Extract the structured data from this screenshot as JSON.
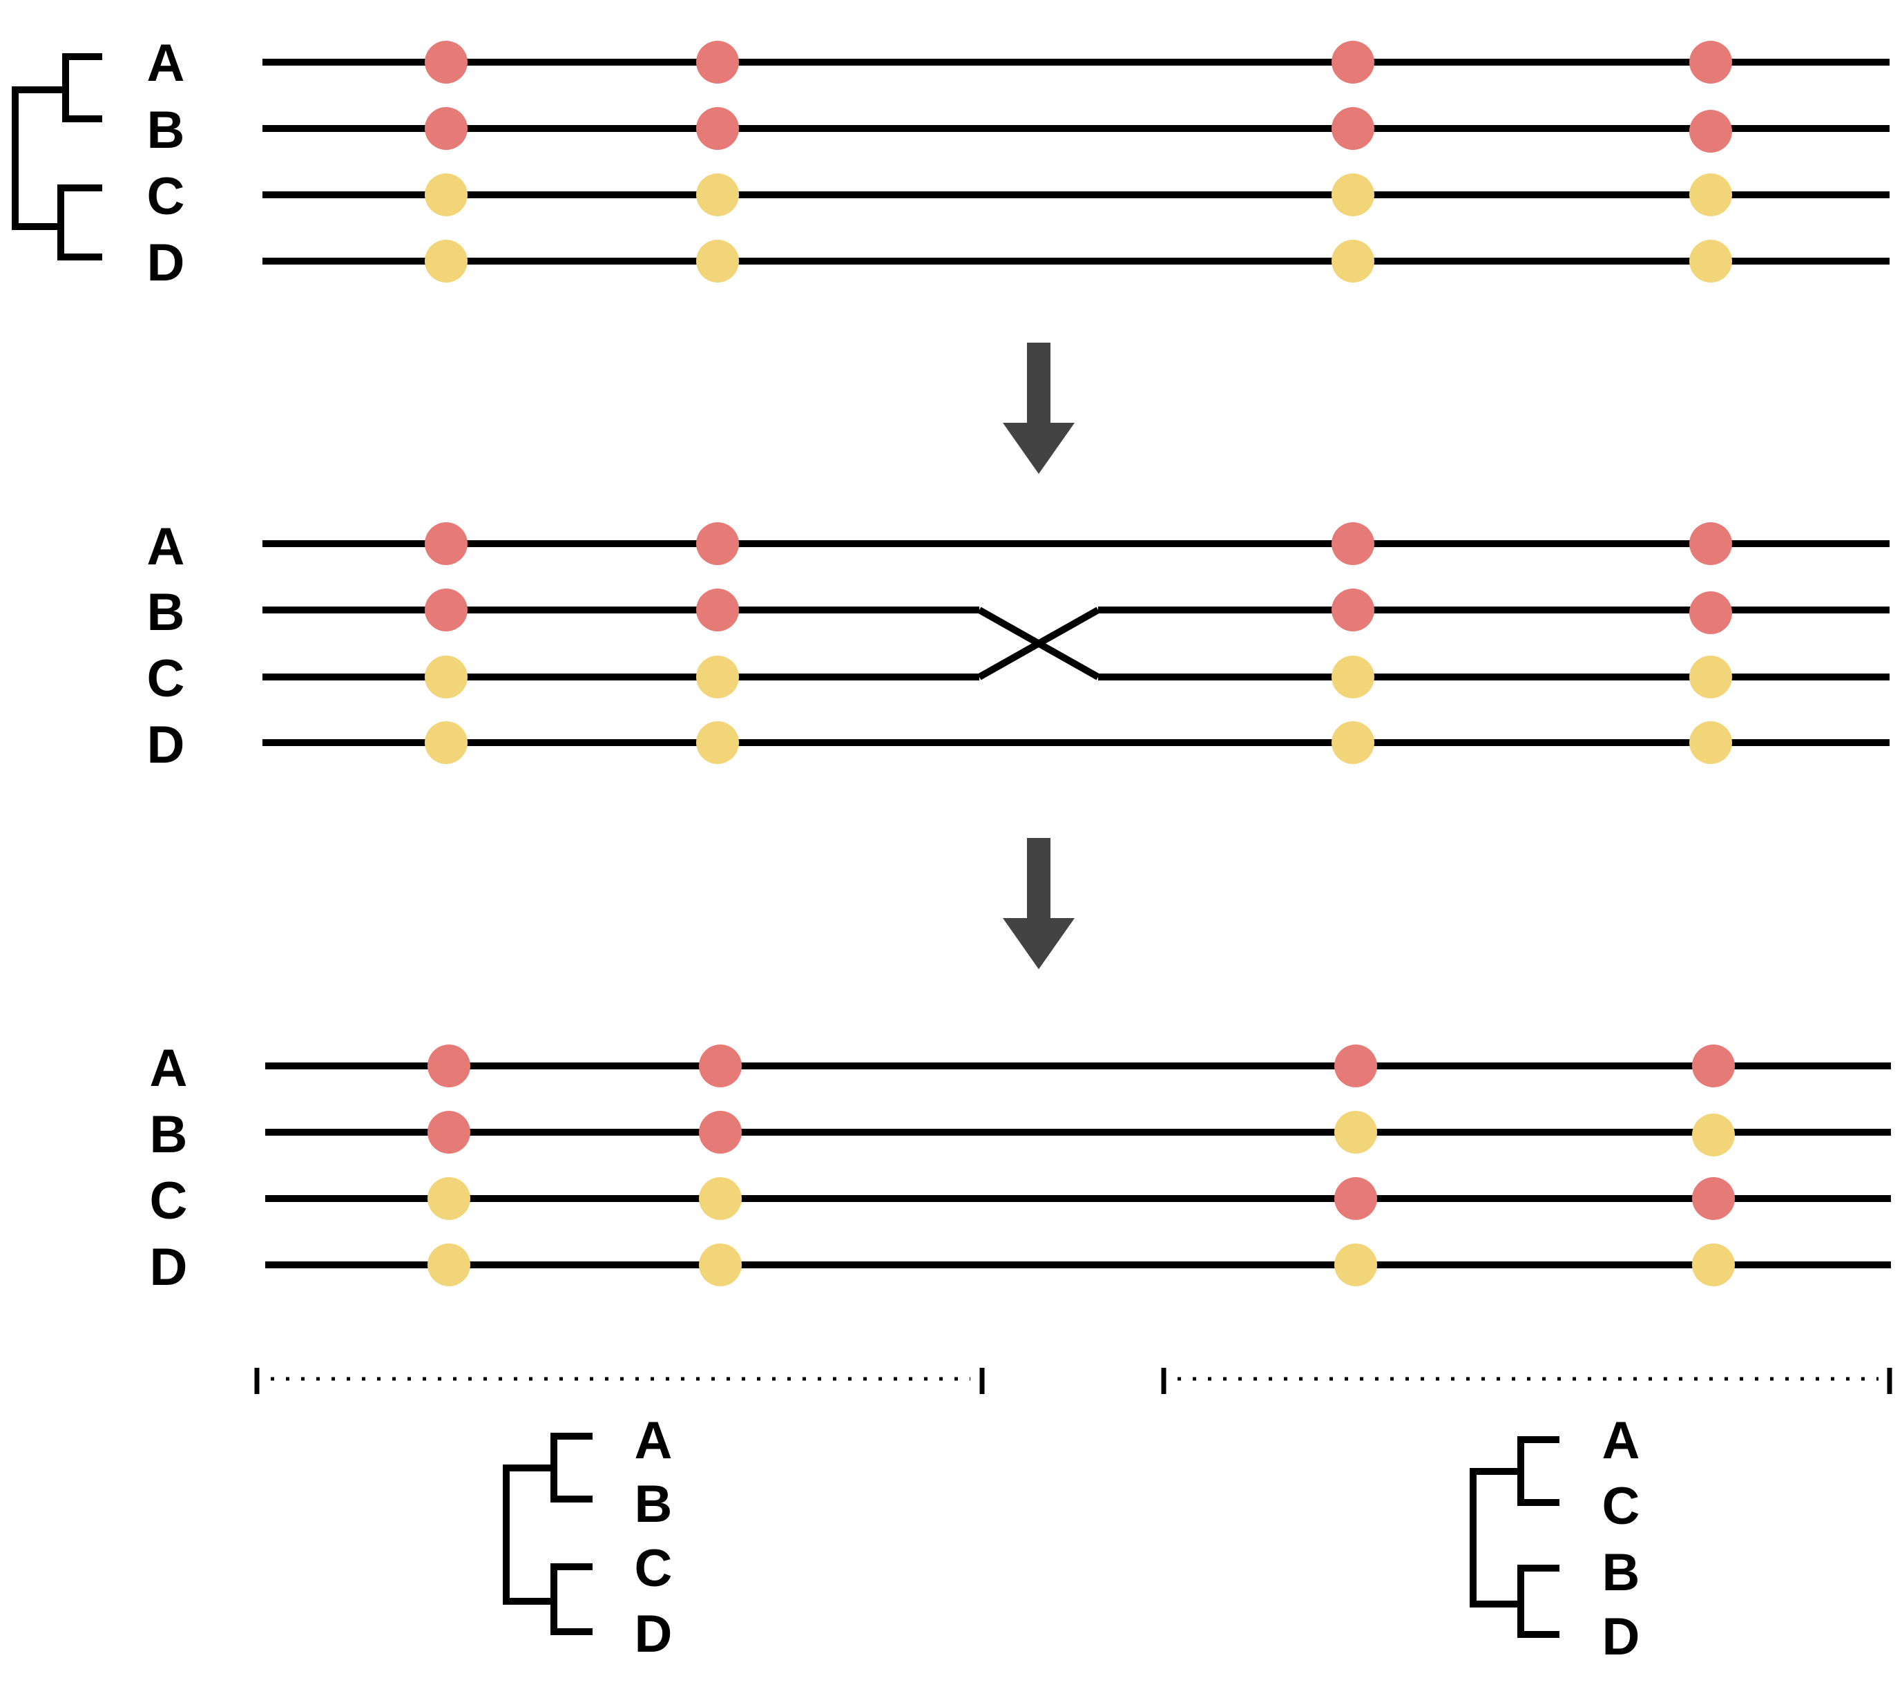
{
  "colors": {
    "red": "#E57A77",
    "yellow": "#F3D579",
    "line": "#000000",
    "arrow": "#434343"
  },
  "panels": [
    {
      "name": "before",
      "labels": [
        "A",
        "B",
        "C",
        "D"
      ],
      "alleles": [
        [
          "red",
          "red",
          "red",
          "red"
        ],
        [
          "red",
          "red",
          "red",
          "red"
        ],
        [
          "yellow",
          "yellow",
          "yellow",
          "yellow"
        ],
        [
          "yellow",
          "yellow",
          "yellow",
          "yellow"
        ]
      ]
    },
    {
      "name": "recombination",
      "labels": [
        "A",
        "B",
        "C",
        "D"
      ],
      "alleles": [
        [
          "red",
          "red",
          "red",
          "red"
        ],
        [
          "red",
          "red",
          "red",
          "red"
        ],
        [
          "yellow",
          "yellow",
          "yellow",
          "yellow"
        ],
        [
          "yellow",
          "yellow",
          "yellow",
          "yellow"
        ]
      ],
      "crossover": [
        "B",
        "C"
      ]
    },
    {
      "name": "after",
      "labels": [
        "A",
        "B",
        "C",
        "D"
      ],
      "alleles": [
        [
          "red",
          "red",
          "red",
          "red"
        ],
        [
          "red",
          "red",
          "yellow",
          "yellow"
        ],
        [
          "yellow",
          "yellow",
          "red",
          "red"
        ],
        [
          "yellow",
          "yellow",
          "yellow",
          "yellow"
        ]
      ]
    }
  ],
  "trees": {
    "top": [
      "A",
      "B",
      "C",
      "D"
    ],
    "left_segment": [
      "A",
      "B",
      "C",
      "D"
    ],
    "right_segment": [
      "A",
      "C",
      "B",
      "D"
    ]
  }
}
